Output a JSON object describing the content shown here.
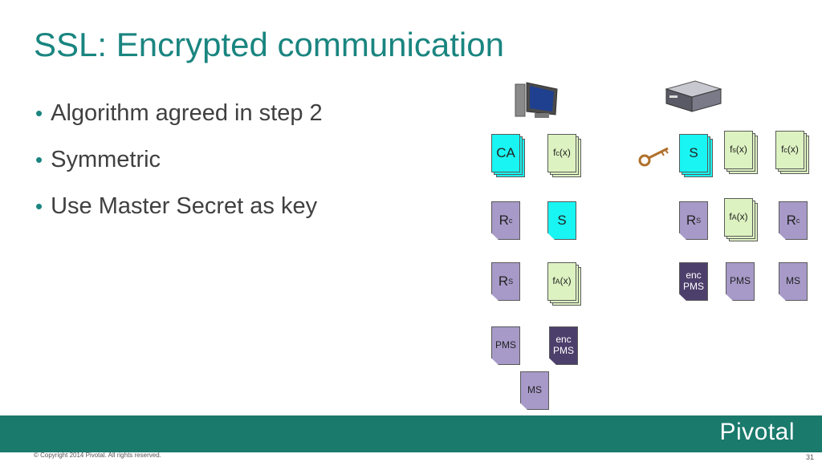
{
  "slide": {
    "title": "SSL: Encrypted communication",
    "bullets": [
      "Algorithm agreed in step 2",
      "Symmetric",
      "Use Master Secret as key"
    ],
    "footer": {
      "logo": "Pivotal",
      "copyright": "© Copyright 2014 Pivotal. All rights reserved.",
      "page_number": "31"
    }
  },
  "client_docs": [
    {
      "label": "CA",
      "sub": "",
      "style": "cyan"
    },
    {
      "label": "f",
      "sub": "c",
      "suffix": "(x)",
      "style": "green"
    },
    {
      "label": "R",
      "sub": "c",
      "style": "lav"
    },
    {
      "label": "S",
      "sub": "",
      "style": "cyan"
    },
    {
      "label": "R",
      "sub": "S",
      "style": "lav"
    },
    {
      "label": "f",
      "sub": "A",
      "suffix": "(x)",
      "style": "green"
    },
    {
      "label": "PMS",
      "sub": "",
      "style": "lav"
    },
    {
      "label": "enc PMS",
      "sub": "",
      "style": "dark"
    },
    {
      "label": "MS",
      "sub": "",
      "style": "lav"
    }
  ],
  "server_docs": [
    {
      "label": "S",
      "sub": "",
      "style": "cyan"
    },
    {
      "label": "f",
      "sub": "s",
      "suffix": "(x)",
      "style": "green"
    },
    {
      "label": "f",
      "sub": "c",
      "suffix": "(x)",
      "style": "green"
    },
    {
      "label": "R",
      "sub": "S",
      "style": "lav"
    },
    {
      "label": "f",
      "sub": "A",
      "suffix": "(x)",
      "style": "green"
    },
    {
      "label": "R",
      "sub": "c",
      "style": "lav"
    },
    {
      "label": "enc PMS",
      "sub": "",
      "style": "dark"
    },
    {
      "label": "PMS",
      "sub": "",
      "style": "lav"
    },
    {
      "label": "MS",
      "sub": "",
      "style": "lav"
    }
  ],
  "icons": {
    "client": "computer-icon",
    "server": "server-icon",
    "key": "key-icon"
  },
  "colors": {
    "title": "#1a8580",
    "footer_band": "#1a7a6c",
    "cyan_doc": "#19f5f2",
    "lavender_doc": "#a79ac8",
    "green_doc": "#ddf2c1",
    "dark_doc": "#4d3f6b"
  }
}
